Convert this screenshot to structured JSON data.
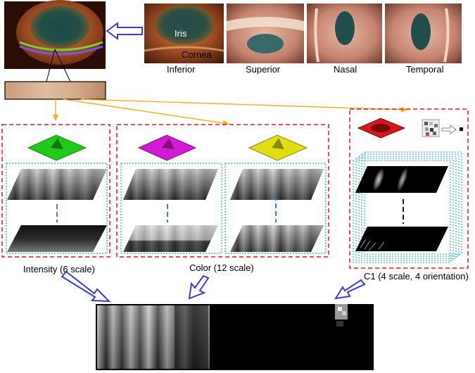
{
  "views": {
    "inferior": "Inferior",
    "superior": "Superior",
    "nasal": "Nasal",
    "temporal": "Temporal"
  },
  "image_labels": {
    "iris": "Iris",
    "cornea": "Cornea"
  },
  "sections": {
    "intensity": "Intensity (6 scale)",
    "color": "Color (12 scale)",
    "c1": "C1 (4 scale, 4 orientation)"
  },
  "colors": {
    "dashed_red": "#e8171f",
    "dotted_cyan": "#27a7d6",
    "arrow_orange": "#f2b01a",
    "arrow_blue": "#3a3ad6",
    "connector_blue": "#2f6fd6",
    "pyramid_green": "#22c81a",
    "pyramid_magenta": "#d21ad2",
    "pyramid_yellow": "#dede12",
    "pyramid_red": "#d81818"
  }
}
